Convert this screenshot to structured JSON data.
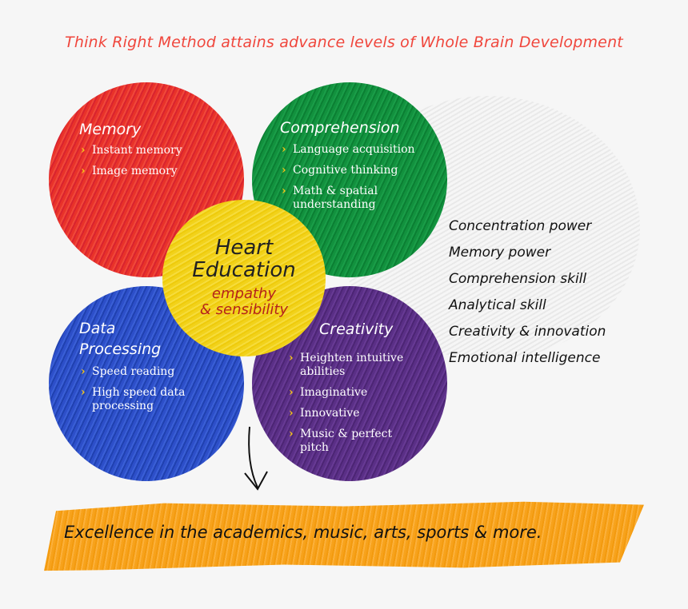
{
  "title": "Think Right Method attains advance levels of Whole Brain Development",
  "colors": {
    "memory": "#e8322a",
    "comprehension": "#12913e",
    "data_processing": "#2d4fc9",
    "creativity": "#5a2f86",
    "heart": "#f2d21a",
    "title": "#f0463c",
    "banner": "#f7a21b"
  },
  "memory": {
    "title": "Memory",
    "items": [
      "Instant memory",
      "Image memory"
    ]
  },
  "comprehension": {
    "title": "Comprehension",
    "items": [
      "Language acquisition",
      "Cognitive thinking",
      "Math & spatial understanding"
    ]
  },
  "data_processing": {
    "title_line1": "Data",
    "title_line2": "Processing",
    "items": [
      "Speed reading",
      "High speed data processing"
    ]
  },
  "creativity": {
    "title": "Creativity",
    "items": [
      "Heighten intuitive abilities",
      "Imaginative",
      "Innovative",
      "Music & perfect pitch"
    ]
  },
  "heart": {
    "line1": "Heart",
    "line2": "Education",
    "sub1": "empathy",
    "sub2": "& sensibility"
  },
  "skills": [
    "Concentration power",
    "Memory power",
    "Comprehension skill",
    "Analytical skill",
    "Creativity & innovation",
    "Emotional intelligence"
  ],
  "banner": "Excellence in the academics, music, arts, sports & more."
}
